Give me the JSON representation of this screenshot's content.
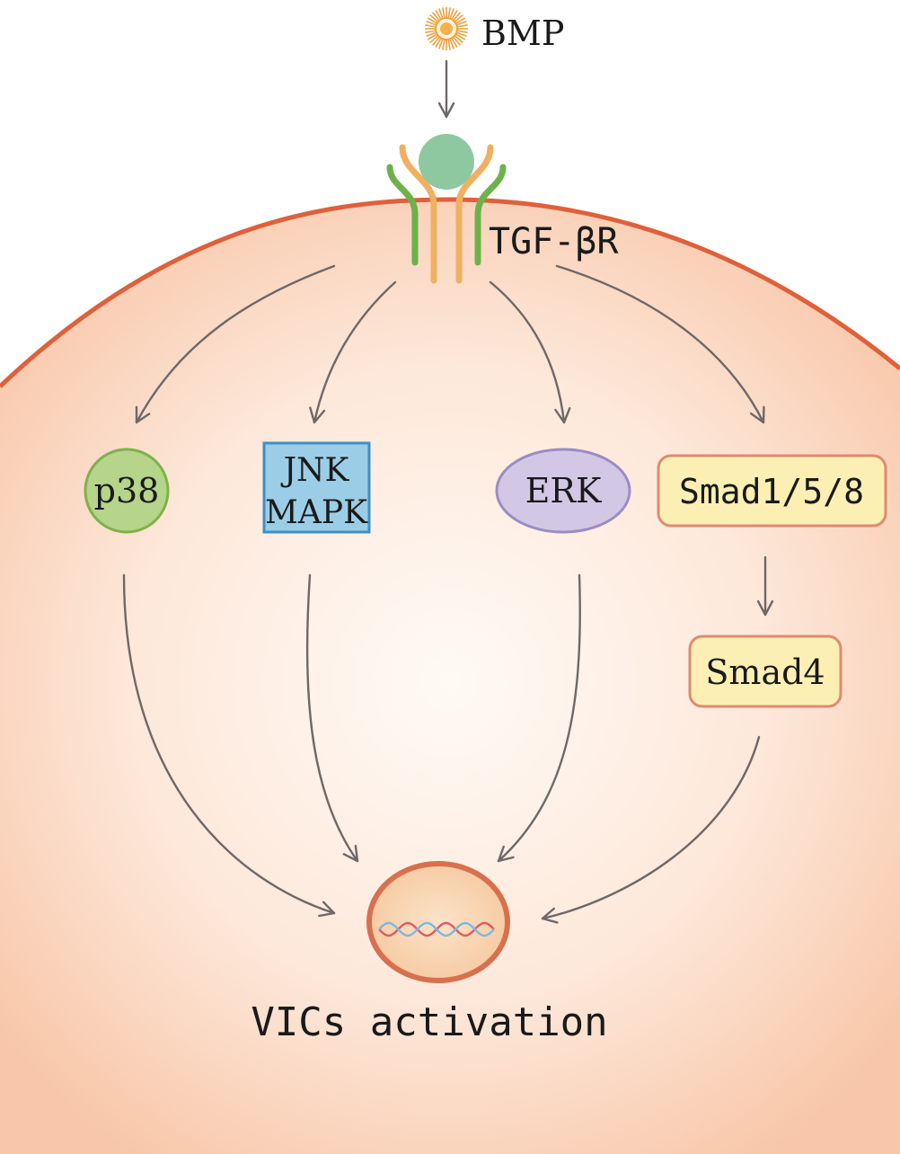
{
  "ligand": {
    "label": "BMP"
  },
  "receptor": {
    "label": "TGF-βR"
  },
  "pathways": {
    "p38": "p38",
    "jnk_line1": "JNK",
    "jnk_line2": "MAPK",
    "erk": "ERK",
    "smad158": "Smad1/5/8",
    "smad4": "Smad4"
  },
  "outcome": {
    "label": "VICs activation"
  },
  "colors": {
    "membrane": "#e0603a",
    "cytoplasm_center": "#fffaf5",
    "cytoplasm_edge": "#f8c8ac",
    "p38_fill": "#b6d48a",
    "p38_stroke": "#7fb24a",
    "jnk_fill": "#9ccde6",
    "jnk_stroke": "#3d8fc4",
    "erk_fill": "#d2c8e6",
    "erk_stroke": "#9b8cc4",
    "smad_fill": "#fbefb4",
    "smad_stroke": "#e08a70",
    "nucleus_fill": "#f9d4b0",
    "nucleus_stroke": "#d8704e",
    "receptor_green": "#6bb24a",
    "receptor_orange": "#f0b060",
    "receptor_ball": "#8ec8a0",
    "bmp_color": "#f0a040"
  }
}
